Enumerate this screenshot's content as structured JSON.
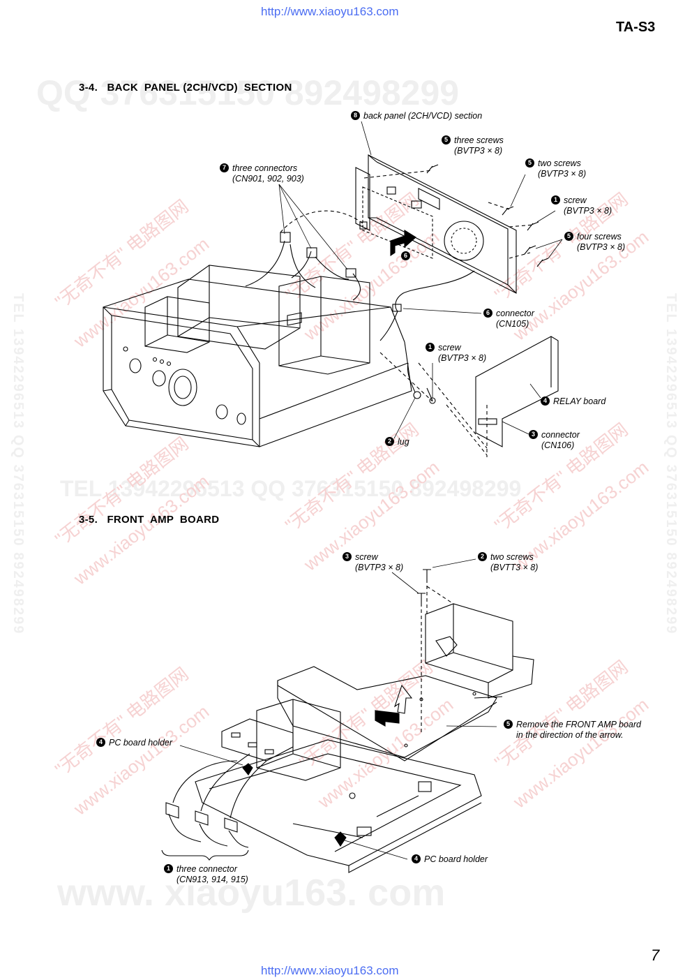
{
  "header": {
    "url_top": "http://www.xiaoyu163.com",
    "model": "TA-S3"
  },
  "footer": {
    "url_bottom": "http://www.xiaoyu163.com",
    "page_number": "7"
  },
  "watermarks": {
    "row_top": "QQ 376315150    892498299",
    "row_mid": "TEL 13942296513    QQ 376315150    892498299",
    "row_bottom": "www. xiaoyu163. com",
    "vertical": "TEL 13942296513  QQ 376315150  892498299",
    "diagonal_cn": "\"无奇不有\" 电路图网",
    "diagonal_url": "www.xiaoyu163.com"
  },
  "section_back_panel": {
    "title": "3-4.   BACK  PANEL (2CH/VCD)  SECTION",
    "callouts": [
      {
        "num": "8",
        "lines": [
          "back panel (2CH/VCD) section"
        ]
      },
      {
        "num": "5",
        "lines": [
          "three screws",
          "(BVTP3 × 8)"
        ]
      },
      {
        "num": "7",
        "lines": [
          "three connectors",
          "(CN901, 902, 903)"
        ]
      },
      {
        "num": "5",
        "lines": [
          "two screws",
          "(BVTP3 × 8)"
        ]
      },
      {
        "num": "1",
        "lines": [
          "screw",
          "(BVTP3 × 8)"
        ]
      },
      {
        "num": "5",
        "lines": [
          "four screws",
          "(BVTP3 × 8)"
        ]
      },
      {
        "num": "6",
        "lines": [
          "connector",
          "(CN105)"
        ]
      },
      {
        "num": "1",
        "lines": [
          "screw",
          "(BVTP3 × 8)"
        ]
      },
      {
        "num": "4",
        "lines": [
          "RELAY board"
        ]
      },
      {
        "num": "3",
        "lines": [
          "connector",
          "(CN106)"
        ]
      },
      {
        "num": "2",
        "lines": [
          "lug"
        ]
      }
    ],
    "arrow_marker": "6"
  },
  "section_front_amp": {
    "title": "3-5.   FRONT  AMP  BOARD",
    "callouts": [
      {
        "num": "3",
        "lines": [
          "screw",
          "(BVTP3 × 8)"
        ]
      },
      {
        "num": "2",
        "lines": [
          "two screws",
          "(BVTT3 × 8)"
        ]
      },
      {
        "num": "5",
        "lines": [
          "Remove the FRONT AMP board",
          "in the direction of the arrow."
        ]
      },
      {
        "num": "4",
        "lines": [
          "PC board holder"
        ]
      },
      {
        "num": "4",
        "lines": [
          "PC board holder"
        ]
      },
      {
        "num": "1",
        "lines": [
          "three connector",
          "(CN913, 914, 915)"
        ]
      }
    ]
  }
}
